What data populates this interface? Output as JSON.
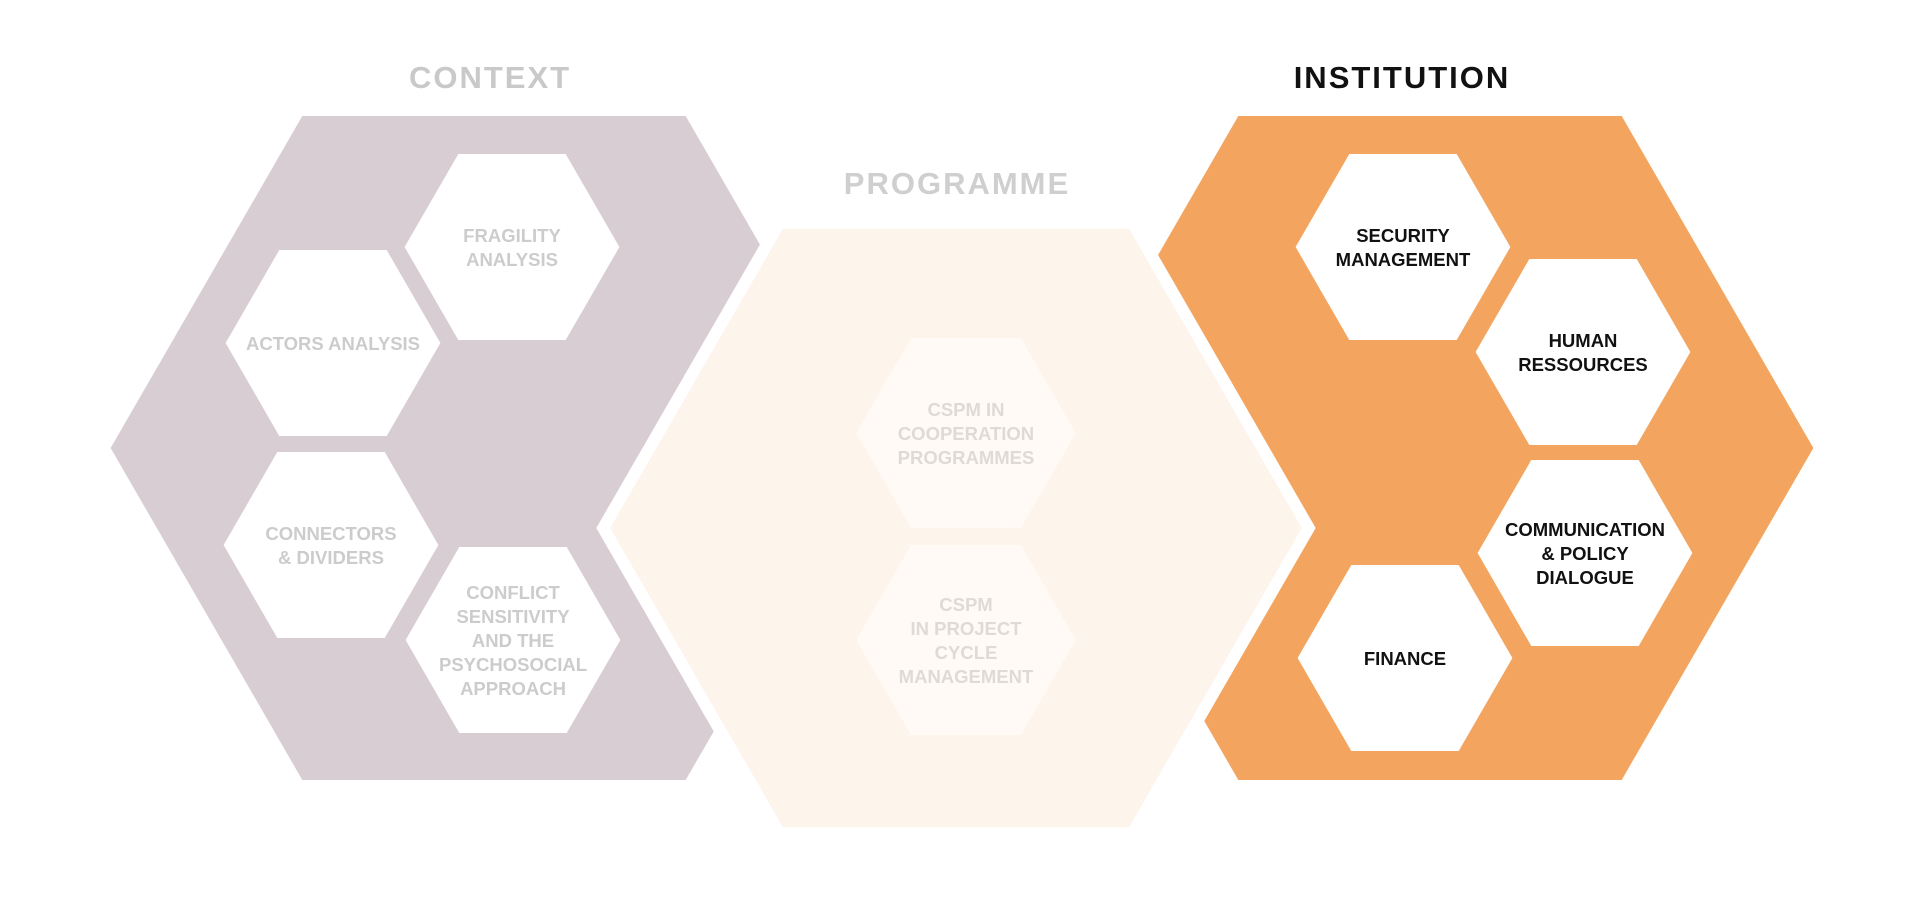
{
  "colors": {
    "context_fill": "#d8cdd2",
    "programme_fill": "#fdf4ec",
    "programme_inner": "#fffaf6",
    "institution_fill": "#f3a55f",
    "muted_text": "#cccccc",
    "programme_text": "#dddad8",
    "active_text": "#111111"
  },
  "context": {
    "heading": "CONTEXT",
    "items": [
      {
        "lines": [
          "FRAGILITY",
          "ANALYSIS"
        ]
      },
      {
        "lines": [
          "ACTORS ANALYSIS"
        ]
      },
      {
        "lines": [
          "CONNECTORS",
          "& DIVIDERS"
        ]
      },
      {
        "lines": [
          "CONFLICT",
          "SENSITIVITY",
          "AND THE",
          "PSYCHOSOCIAL",
          "APPROACH"
        ]
      }
    ]
  },
  "programme": {
    "heading": "PROGRAMME",
    "items": [
      {
        "lines": [
          "CSPM IN",
          "COOPERATION",
          "PROGRAMMES"
        ]
      },
      {
        "lines": [
          "CSPM",
          "IN PROJECT",
          "CYCLE",
          "MANAGEMENT"
        ]
      }
    ]
  },
  "institution": {
    "heading": "INSTITUTION",
    "items": [
      {
        "lines": [
          "SECURITY",
          "MANAGEMENT"
        ]
      },
      {
        "lines": [
          "HUMAN",
          "RESSOURCES"
        ]
      },
      {
        "lines": [
          "COMMUNICATION",
          "& POLICY",
          "DIALOGUE"
        ]
      },
      {
        "lines": [
          "FINANCE"
        ]
      }
    ]
  }
}
